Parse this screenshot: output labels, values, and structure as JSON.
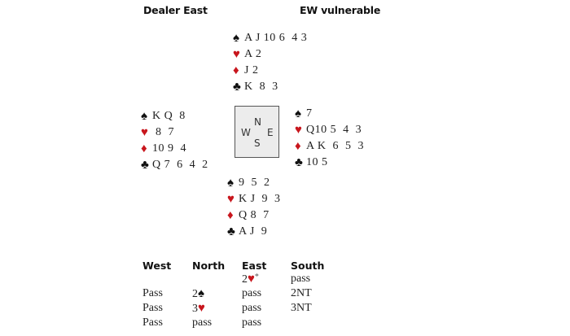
{
  "header": {
    "dealer": "Dealer East",
    "vulnerability": "EW vulnerable"
  },
  "colors": {
    "red_suit": "#c8161d",
    "black_suit": "#111111",
    "compass_bg": "#ececec"
  },
  "suits": {
    "spades": "♠",
    "hearts": "♥",
    "diamonds": "♦",
    "clubs": "♣"
  },
  "hands": {
    "north": {
      "spades": "A J 10 6  4 3",
      "hearts": "A 2",
      "diamonds": "J 2",
      "clubs": "K  8  3"
    },
    "west": {
      "spades": "K Q  8",
      "hearts": " 8  7",
      "diamonds": "10 9  4",
      "clubs": "Q 7  6  4  2"
    },
    "east": {
      "spades": "7",
      "hearts": "Q10 5  4  3",
      "diamonds": "A K  6  5  3",
      "clubs": "10 5"
    },
    "south": {
      "spades": "9  5  2",
      "hearts": "K J  9  3",
      "diamonds": "Q 8  7",
      "clubs": "A J  9"
    }
  },
  "compass": {
    "n": "N",
    "e": "E",
    "s": "S",
    "w": "W"
  },
  "auction": {
    "headers": [
      "West",
      "North",
      "East",
      "South"
    ],
    "rows": [
      [
        "",
        "",
        "2",
        "pass"
      ],
      [
        "Pass",
        "2",
        "pass",
        "2NT"
      ],
      [
        "Pass",
        "3",
        "pass",
        "3NT"
      ],
      [
        "Pass",
        "pass",
        "pass",
        ""
      ]
    ],
    "alert_mark": "*"
  }
}
